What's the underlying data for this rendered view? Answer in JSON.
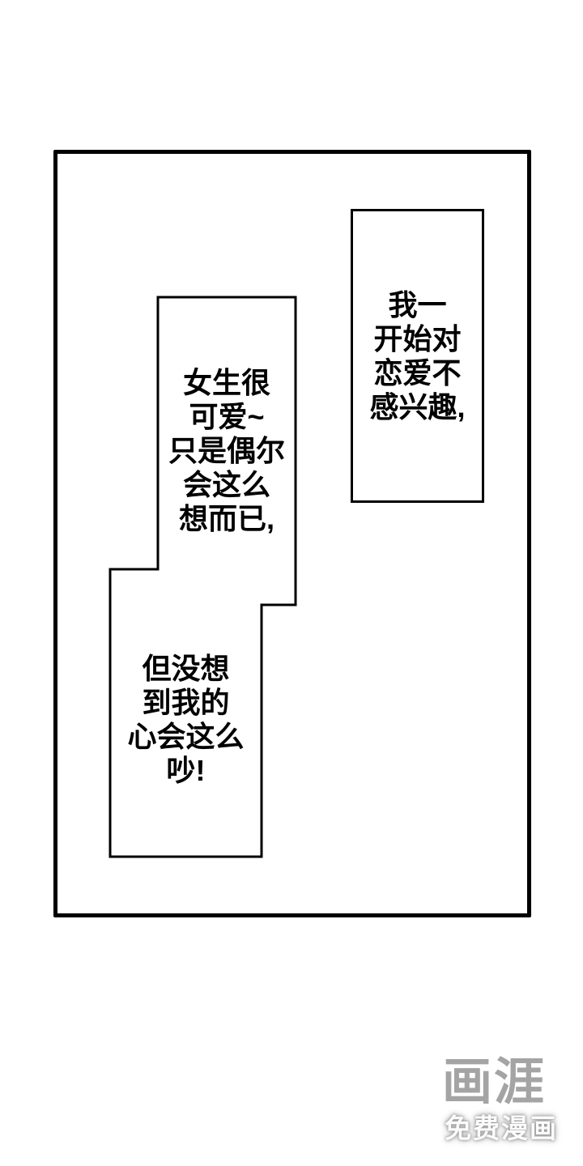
{
  "page": {
    "colors": {
      "paper": "#ffffff",
      "ink": "#000000",
      "watermark_gray": "#a4a4a4"
    }
  },
  "captions": [
    {
      "lines": [
        "我一",
        "开始对",
        "恋爱不",
        "感兴趣,"
      ]
    },
    {
      "lines": [
        "女生很",
        "可爱~",
        "只是偶尔",
        "会这么",
        "想而已,"
      ]
    },
    {
      "lines": [
        "但没想",
        "到我的",
        "心会这么",
        "吵!"
      ]
    }
  ],
  "watermark": {
    "logo": "画涯",
    "tagline": "免费漫画"
  }
}
